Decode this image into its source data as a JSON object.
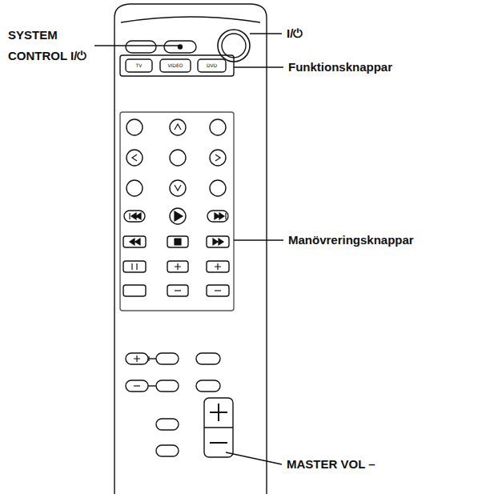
{
  "diagram": {
    "labels": [
      "SYSTEM CONTROL I/⏻",
      "I/⏻",
      "Funktionsknappar",
      "Manövreringsknappar",
      "MASTER VOL –",
      "TV",
      "VIDEO",
      "DVD"
    ]
  }
}
